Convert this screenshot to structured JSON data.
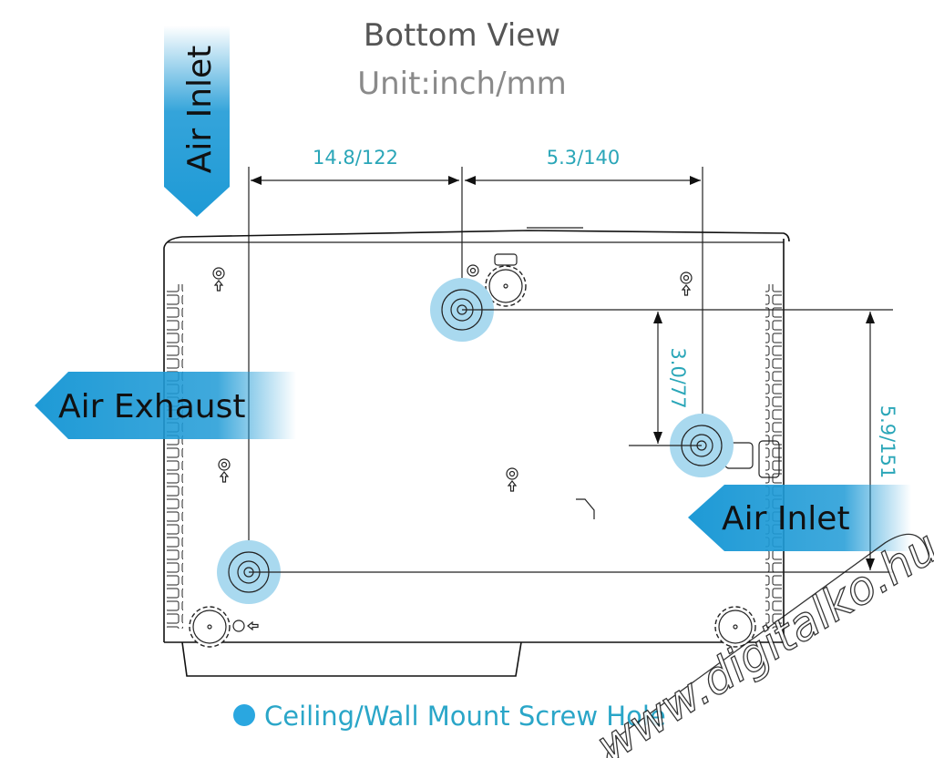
{
  "header": {
    "title": "Bottom View",
    "unit": "Unit:inch/mm"
  },
  "labels": {
    "air_inlet_top": "Air Inlet",
    "air_exhaust": "Air Exhaust",
    "air_inlet_right": "Air Inlet"
  },
  "dimensions": {
    "top_left": "14.8/122",
    "top_right": "5.3/140",
    "right_inner": "3.0/77",
    "right_outer": "5.9/151"
  },
  "legend": {
    "label": "Ceiling/Wall Mount Screw Hole",
    "color": "#2aa7e0"
  },
  "watermark": "www.digitalko.hu",
  "colors": {
    "arrow": "#1e9ad6",
    "hole": "#a9d9ef",
    "dimension": "#2aa6b8"
  }
}
